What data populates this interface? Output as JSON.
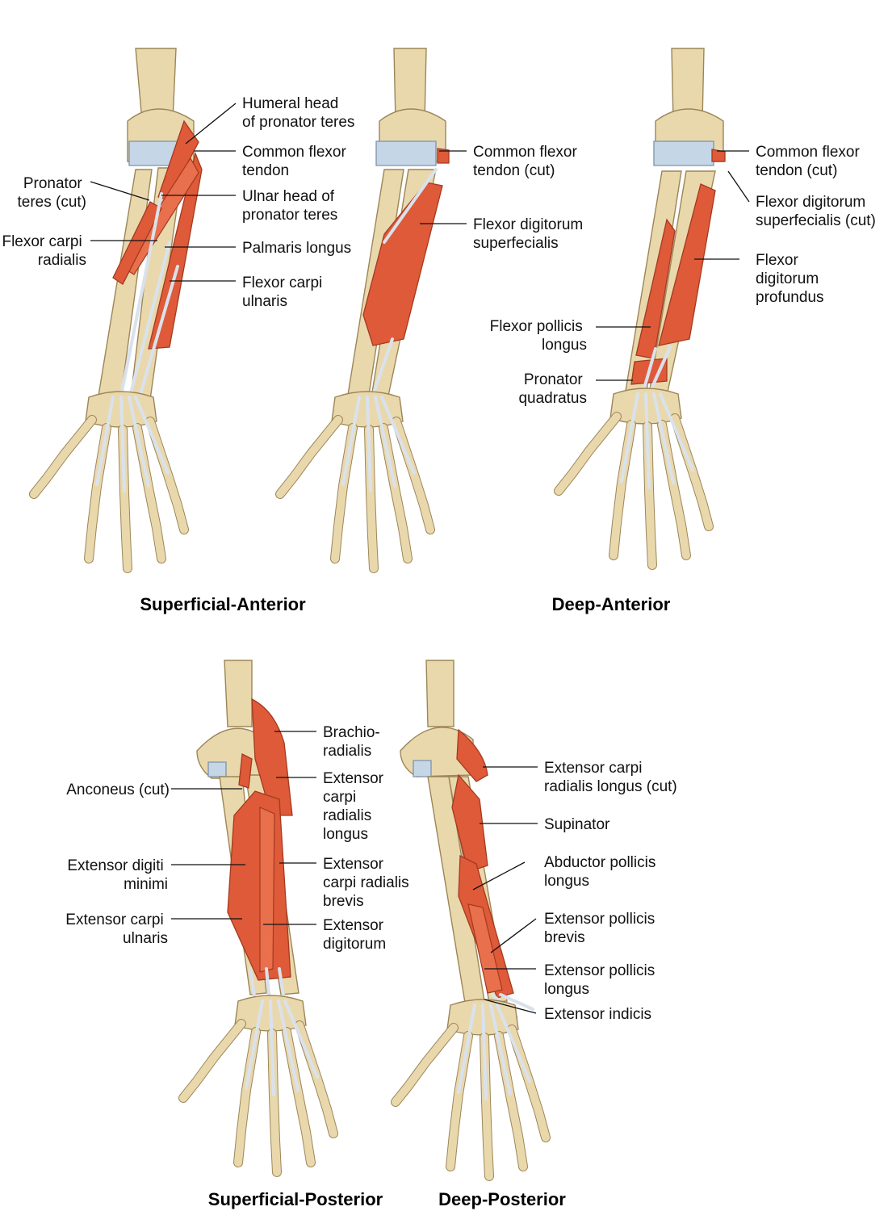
{
  "panels": {
    "superficial_anterior": {
      "title": "Superficial-Anterior",
      "labels": {
        "humeral_head": [
          "Humeral head",
          "of pronator teres"
        ],
        "common_flexor": [
          "Common flexor",
          "tendon"
        ],
        "pronator_cut": [
          "Pronator",
          "teres (cut)"
        ],
        "ulnar_head": [
          "Ulnar head of",
          "pronator teres"
        ],
        "fcr": [
          "Flexor carpi",
          "radialis"
        ],
        "palmaris": [
          "Palmaris longus"
        ],
        "fcu": [
          "Flexor carpi",
          "ulnaris"
        ]
      }
    },
    "middle_anterior": {
      "labels": {
        "common_flexor_cut": [
          "Common flexor",
          "tendon (cut)"
        ],
        "fds": [
          "Flexor digitorum",
          "superfecialis"
        ]
      }
    },
    "deep_anterior": {
      "title": "Deep-Anterior",
      "labels": {
        "common_flexor_cut": [
          "Common flexor",
          "tendon (cut)"
        ],
        "fds_cut": [
          "Flexor digitorum",
          "superfecialis (cut)"
        ],
        "fdp": [
          "Flexor",
          "digitorum",
          "profundus"
        ],
        "fpl": [
          "Flexor pollicis",
          "longus"
        ],
        "pq": [
          "Pronator",
          "quadratus"
        ]
      }
    },
    "superficial_posterior": {
      "title": "Superficial-Posterior",
      "labels": {
        "brachio": [
          "Brachio-",
          "radialis"
        ],
        "ecrl": [
          "Extensor",
          "carpi",
          "radialis",
          "longus"
        ],
        "anconeus": [
          "Anconeus (cut)"
        ],
        "edm": [
          "Extensor digiti",
          "minimi"
        ],
        "ecrb": [
          "Extensor",
          "carpi radialis",
          "brevis"
        ],
        "ecu": [
          "Extensor carpi",
          "ulnaris"
        ],
        "ed": [
          "Extensor",
          "digitorum"
        ]
      }
    },
    "deep_posterior": {
      "title": "Deep-Posterior",
      "labels": {
        "ecrl_cut": [
          "Extensor carpi",
          "radialis longus (cut)"
        ],
        "supinator": [
          "Supinator"
        ],
        "apl": [
          "Abductor pollicis",
          "longus"
        ],
        "epb": [
          "Extensor pollicis",
          "brevis"
        ],
        "epl": [
          "Extensor pollicis",
          "longus"
        ],
        "ei": [
          "Extensor indicis"
        ]
      }
    }
  }
}
